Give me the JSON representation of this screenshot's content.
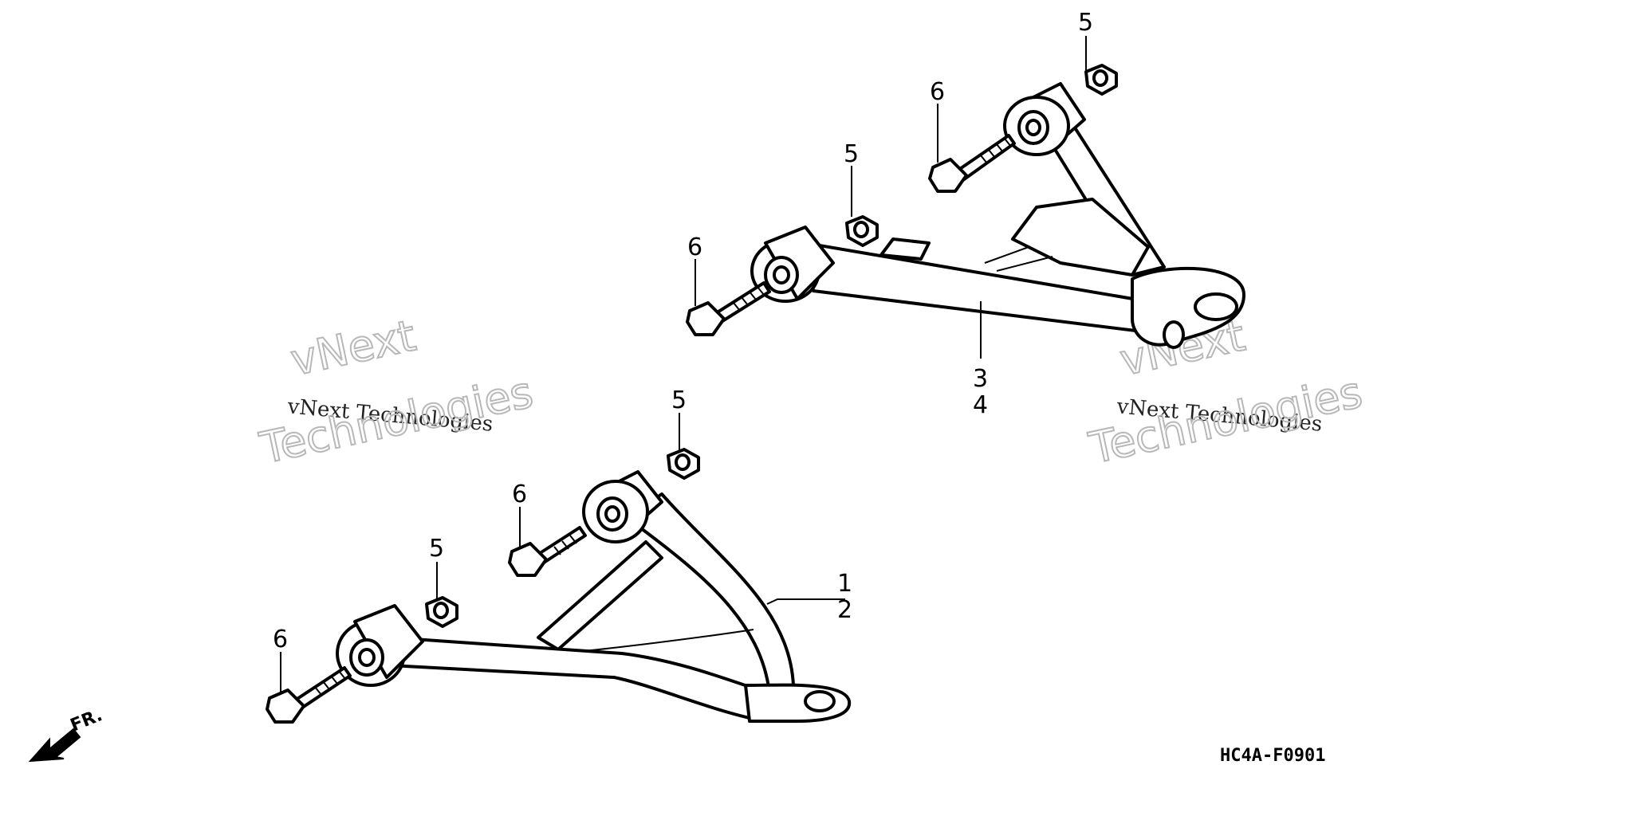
{
  "callouts": {
    "upper_nut_right": "5",
    "upper_bolt_right": "6",
    "upper_nut_left": "5",
    "upper_bolt_left": "6",
    "upper_arm_a": "3",
    "upper_arm_b": "4",
    "lower_nut_right": "5",
    "lower_bolt_right": "6",
    "lower_nut_left": "5",
    "lower_bolt_left": "6",
    "lower_arm_a": "1",
    "lower_arm_b": "2"
  },
  "diagram_code": "HC4A-F0901",
  "direction_label": "FR.",
  "watermarks": [
    {
      "line1": "vNext",
      "caption": "vNext Technologies",
      "line2": "Technologies"
    },
    {
      "line1": "vNext",
      "caption": "vNext Technologies",
      "line2": "Technologies"
    }
  ]
}
